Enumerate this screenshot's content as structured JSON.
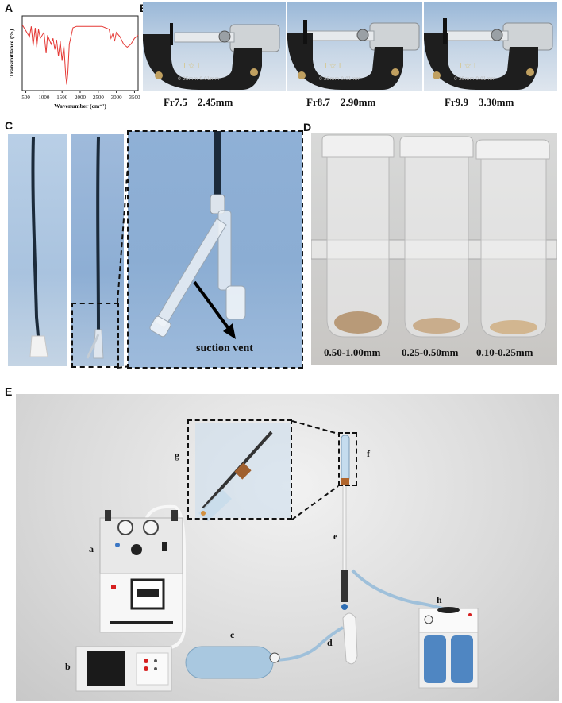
{
  "panels": {
    "A": {
      "letter": "A",
      "ylabel": "Transmittance (%)",
      "xlabel": "Wavenumber (cm⁻¹)",
      "ticks": [
        "500",
        "1000",
        "1500",
        "2000",
        "2500",
        "3000",
        "3500"
      ]
    },
    "B": {
      "letter": "B",
      "items": [
        {
          "size": "Fr7.5",
          "value": "2.45mm"
        },
        {
          "size": "Fr8.7",
          "value": "2.90mm"
        },
        {
          "size": "Fr9.9",
          "value": "3.30mm"
        }
      ],
      "dial_text": "0-25mm  0.01mm"
    },
    "C": {
      "letter": "C",
      "callout": "suction vent"
    },
    "D": {
      "letter": "D",
      "tubes": [
        "0.50-1.00mm",
        "0.25-0.50mm",
        "0.10-0.25mm"
      ]
    },
    "E": {
      "letter": "E",
      "components": [
        "a",
        "b",
        "c",
        "d",
        "e",
        "f",
        "g",
        "h"
      ]
    }
  },
  "chart_data": {
    "type": "line",
    "title": "",
    "xlabel": "Wavenumber (cm⁻¹)",
    "ylabel": "Transmittance (%)",
    "xlim": [
      400,
      3600
    ],
    "ylim": [
      0,
      100
    ],
    "series": [
      {
        "color": "#e53935",
        "x": [
          400,
          500,
          600,
          650,
          700,
          760,
          800,
          850,
          900,
          1000,
          1060,
          1100,
          1200,
          1250,
          1300,
          1350,
          1400,
          1450,
          1500,
          1550,
          1600,
          1630,
          1660,
          1700,
          1800,
          1900,
          2000,
          2100,
          2200,
          2300,
          2400,
          2500,
          2600,
          2700,
          2800,
          2850,
          2900,
          2950,
          3000,
          3100,
          3200,
          3300,
          3400,
          3500,
          3600
        ],
        "y": [
          88,
          80,
          72,
          86,
          60,
          84,
          58,
          82,
          70,
          78,
          50,
          74,
          62,
          70,
          55,
          68,
          46,
          66,
          40,
          60,
          20,
          8,
          24,
          62,
          84,
          86,
          86,
          86,
          86,
          86,
          86,
          86,
          86,
          84,
          82,
          70,
          76,
          66,
          78,
          72,
          62,
          58,
          62,
          70,
          74
        ]
      }
    ]
  }
}
